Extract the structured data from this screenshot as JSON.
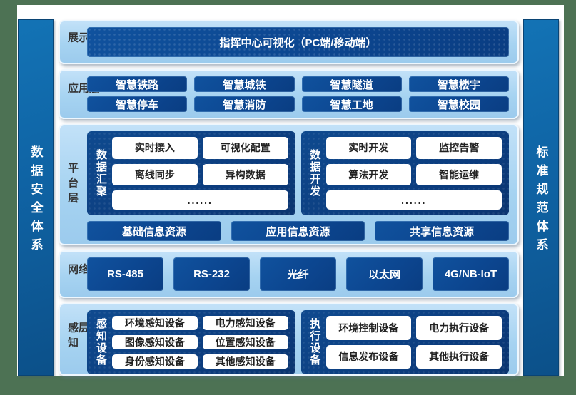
{
  "diagram": {
    "type": "layered-architecture",
    "colors": {
      "frame_green": "#4d7254",
      "panel_blue": "#aad6f2",
      "navy_box": "#0c4690",
      "pillar_blue": "#0f63a4",
      "white_box_text": "#222222"
    }
  },
  "sidebars": {
    "left": {
      "label": "数据安全体系"
    },
    "right": {
      "label": "标准规范体系"
    }
  },
  "layers": {
    "presentation": {
      "label": "展示层",
      "title_box": "指挥中心可视化（PC端/移动端）"
    },
    "application": {
      "label": "应用层",
      "items": [
        "智慧铁路",
        "智慧城铁",
        "智慧隧道",
        "智慧楼宇",
        "智慧停车",
        "智慧消防",
        "智慧工地",
        "智慧校园"
      ]
    },
    "platform": {
      "label": "平台层",
      "groups": [
        {
          "name": "数据汇聚",
          "items": [
            "实时接入",
            "可视化配置",
            "离线同步",
            "异构数据"
          ],
          "more": "......"
        },
        {
          "name": "数据开发",
          "items": [
            "实时开发",
            "监控告警",
            "算法开发",
            "智能运维"
          ],
          "more": "......"
        }
      ],
      "resources": [
        "基础信息资源",
        "应用信息资源",
        "共享信息资源"
      ]
    },
    "network": {
      "label": "网络层",
      "items": [
        "RS-485",
        "RS-232",
        "光纤",
        "以太网",
        "4G/NB-IoT"
      ]
    },
    "perception": {
      "label": "感知层",
      "groups": [
        {
          "name": "感知设备",
          "items": [
            "环境感知设备",
            "电力感知设备",
            "图像感知设备",
            "位置感知设备",
            "身份感知设备",
            "其他感知设备"
          ]
        },
        {
          "name": "执行设备",
          "items": [
            "环境控制设备",
            "电力执行设备",
            "信息发布设备",
            "其他执行设备"
          ]
        }
      ]
    }
  }
}
